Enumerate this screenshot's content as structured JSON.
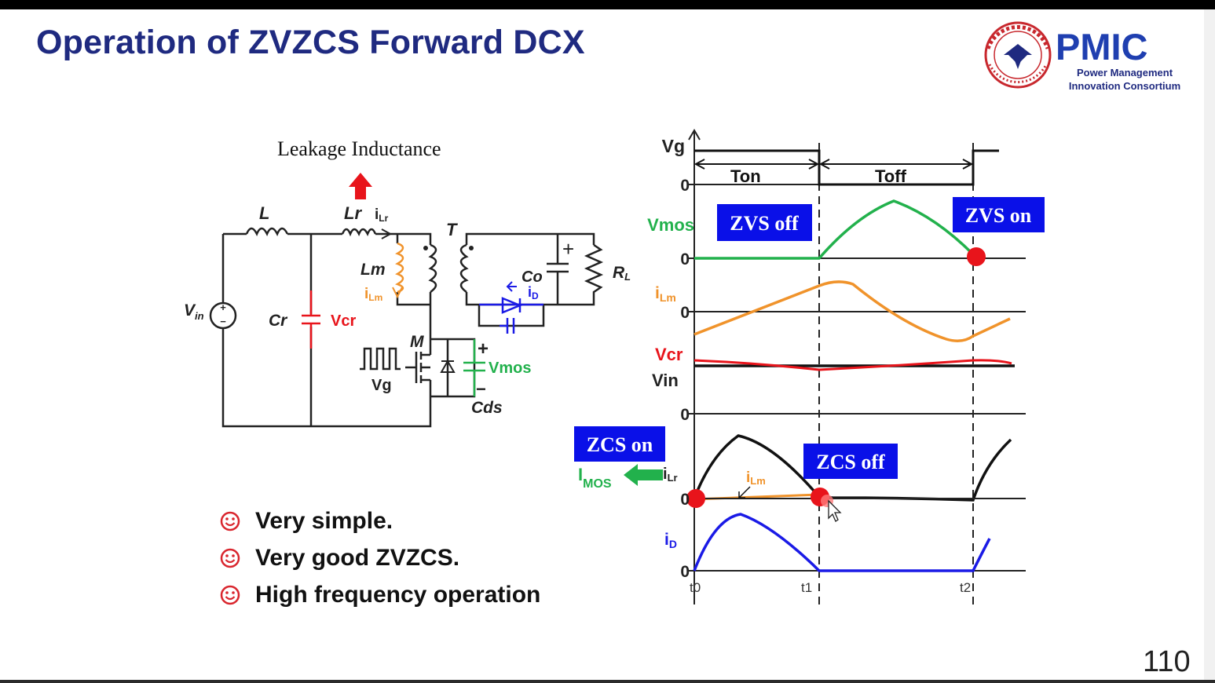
{
  "slide": {
    "title": "Operation of ZVZCS Forward DCX",
    "page_number": "110"
  },
  "logo": {
    "name": "PMIC",
    "line1": "Power Management",
    "line2": "Innovation Consortium",
    "seal_text": "ZHEJIANG UNIVERSITY 1897"
  },
  "circuit": {
    "leakage_label": "Leakage Inductance",
    "L": "L",
    "Lr": "Lr",
    "iLr": "i",
    "iLr_sub": "Lr",
    "T": "T",
    "Lm": "Lm",
    "iLm": "i",
    "iLm_sub": "Lm",
    "Co": "Co",
    "iD": "i",
    "iD_sub": "D",
    "RL": "R",
    "RL_sub": "L",
    "Vin": "V",
    "Vin_sub": "in",
    "Cr": "Cr",
    "Vcr": "Vcr",
    "M": "M",
    "Vg": "Vg",
    "Vmos": "Vmos",
    "Cds": "Cds",
    "plus": "+",
    "minus": "−"
  },
  "waveforms": {
    "Vg": "Vg",
    "Ton": "Ton",
    "Toff": "Toff",
    "Vmos": "Vmos",
    "iLm": "i",
    "iLm_sub": "Lm",
    "Vcr": "Vcr",
    "Vin": "Vin",
    "iLr": "i",
    "iLr_sub": "Lr",
    "iLm_inner": "i",
    "iLm_inner_sub": "Lm",
    "IMOS": "I",
    "IMOS_sub": "MOS",
    "iD": "i",
    "iD_sub": "D",
    "zero": "0",
    "t0": "t0",
    "t1": "t1",
    "t2": "t2",
    "zvs_off": "ZVS off",
    "zvs_on": "ZVS on",
    "zcs_on": "ZCS on",
    "zcs_off": "ZCS off"
  },
  "bullets": [
    "Very simple.",
    "Very good ZVZCS.",
    "High frequency operation"
  ],
  "colors": {
    "title": "#1f2a80",
    "green": "#22b14c",
    "orange": "#f0932b",
    "red": "#e8141b",
    "blue_box": "#0a10e8",
    "blue_wave": "#1a1ae6",
    "bullet_icon": "#d9262e"
  }
}
